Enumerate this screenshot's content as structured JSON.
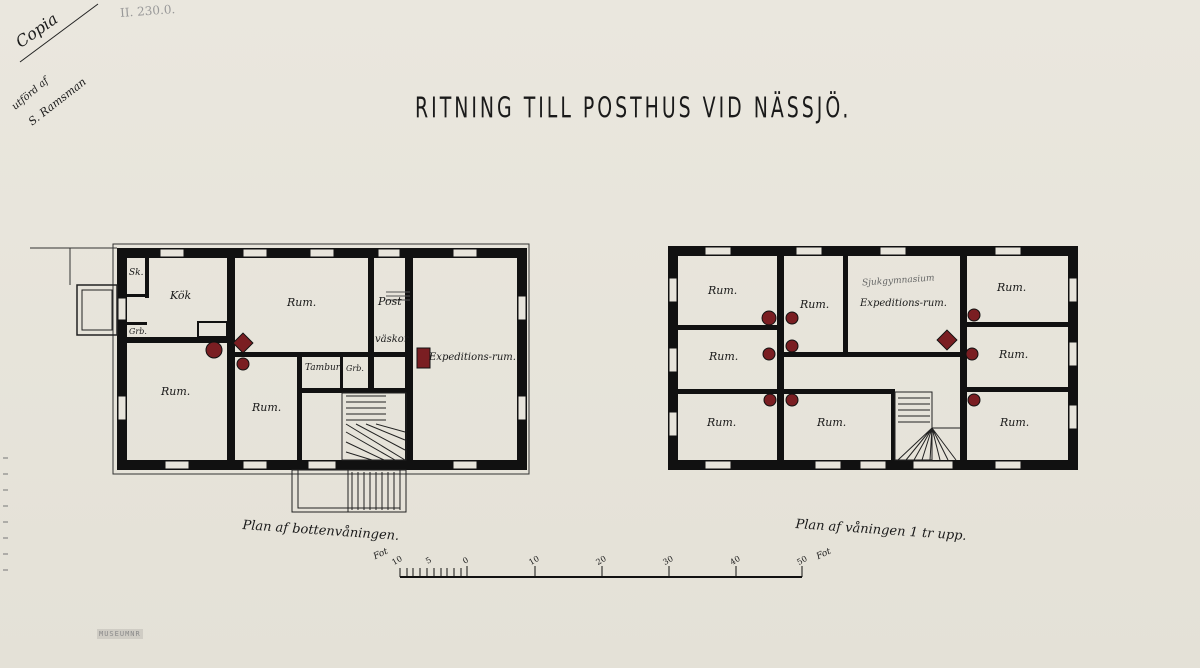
{
  "title": "RITNING TILL POSTHUS VID NÄSSJÖ.",
  "corner_note": {
    "copia": "Copia",
    "line2": "utförd af",
    "line3": "S. Ramsman"
  },
  "catalog_number": "II. 230.0.",
  "stamp": "MUSEUMNR",
  "ground_floor": {
    "caption": "Plan af bottenvåningen.",
    "rooms": {
      "sk": "Sk.",
      "kok": "Kök",
      "grb1": "Grb.",
      "rum_top": "Rum.",
      "post": "Post",
      "vaskor": "väskor",
      "expedition": "Expeditions-rum.",
      "tambur": "Tambur",
      "grb2": "Grb.",
      "rum_left": "Rum.",
      "rum_mid": "Rum."
    }
  },
  "upper_floor": {
    "caption": "Plan af våningen 1 tr upp.",
    "pencil_note": "Sjukgymnasium",
    "rooms": {
      "r1": "Rum.",
      "r2": "Rum.",
      "expedition": "Expeditions-rum.",
      "r3": "Rum.",
      "r4": "Rum.",
      "r5": "Rum.",
      "r6": "Rum.",
      "r7": "Rum.",
      "r8": "Rum."
    }
  },
  "scale_bar": {
    "unit_left": "Fot",
    "unit_right": "Fot",
    "ticks": [
      "10",
      "5",
      "0",
      "10",
      "20",
      "30",
      "40",
      "50"
    ]
  },
  "colors": {
    "wall": "#111111",
    "stove": "#7a1e22",
    "paper": "#e7e4db"
  }
}
